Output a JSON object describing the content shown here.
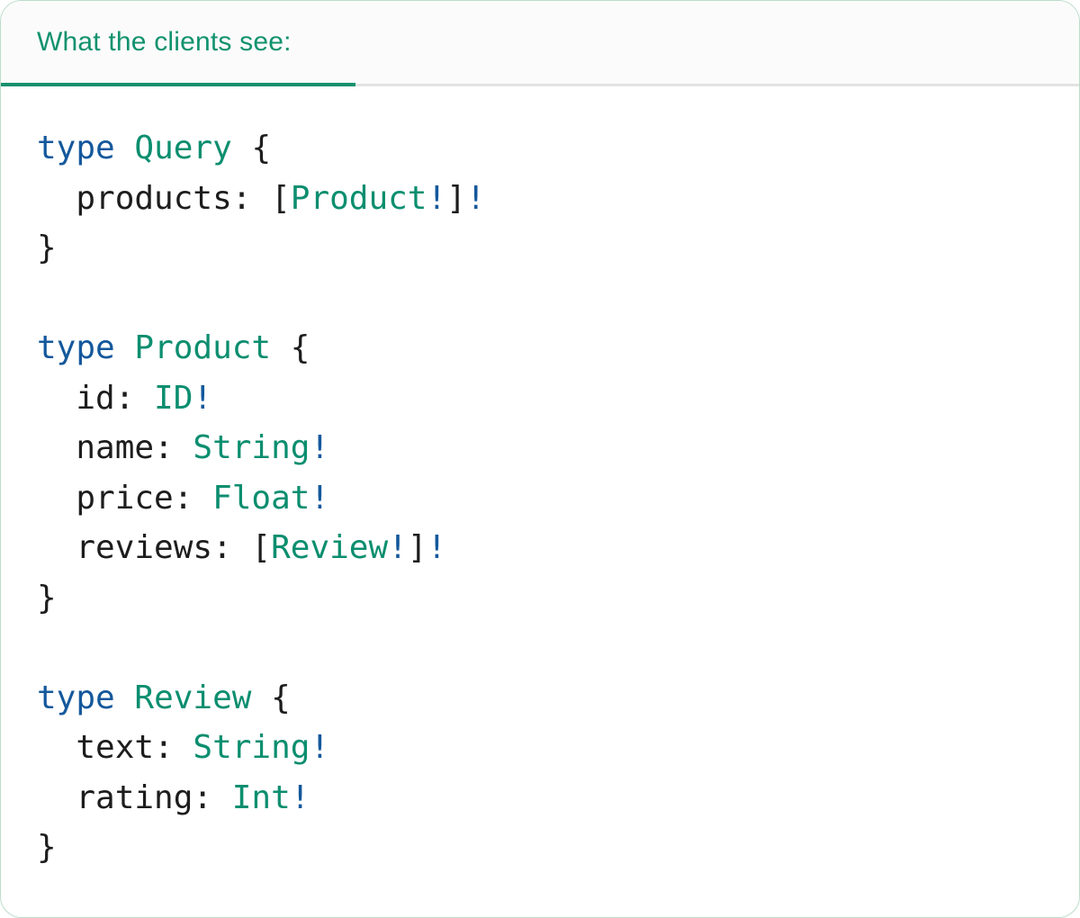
{
  "colors": {
    "keyword_blue": "#14589c",
    "type_teal": "#0b8e6f",
    "text_dark": "#1d1d1d",
    "tab_teal": "#11926e",
    "underline_teal": "#15916d",
    "divider_gray": "#e3e3e3",
    "header_bg": "#fbfbfb",
    "card_border": "#bcdccb",
    "card_bg": "#ffffff"
  },
  "header": {
    "tab_label": "What the clients see:"
  },
  "code": {
    "lines": [
      [
        {
          "t": "type",
          "c": "kw"
        },
        {
          "t": " ",
          "c": "pl"
        },
        {
          "t": "Query",
          "c": "ty"
        },
        {
          "t": " {",
          "c": "pl"
        }
      ],
      [
        {
          "t": "  products: [",
          "c": "pl"
        },
        {
          "t": "Product",
          "c": "ty"
        },
        {
          "t": "!",
          "c": "bang"
        },
        {
          "t": "]",
          "c": "pl"
        },
        {
          "t": "!",
          "c": "bang"
        }
      ],
      [
        {
          "t": "}",
          "c": "pl"
        }
      ],
      [],
      [
        {
          "t": "type",
          "c": "kw"
        },
        {
          "t": " ",
          "c": "pl"
        },
        {
          "t": "Product",
          "c": "ty"
        },
        {
          "t": " {",
          "c": "pl"
        }
      ],
      [
        {
          "t": "  id: ",
          "c": "pl"
        },
        {
          "t": "ID",
          "c": "ty"
        },
        {
          "t": "!",
          "c": "bang"
        }
      ],
      [
        {
          "t": "  name: ",
          "c": "pl"
        },
        {
          "t": "String",
          "c": "ty"
        },
        {
          "t": "!",
          "c": "bang"
        }
      ],
      [
        {
          "t": "  price: ",
          "c": "pl"
        },
        {
          "t": "Float",
          "c": "ty"
        },
        {
          "t": "!",
          "c": "bang"
        }
      ],
      [
        {
          "t": "  reviews: [",
          "c": "pl"
        },
        {
          "t": "Review",
          "c": "ty"
        },
        {
          "t": "!",
          "c": "bang"
        },
        {
          "t": "]",
          "c": "pl"
        },
        {
          "t": "!",
          "c": "bang"
        }
      ],
      [
        {
          "t": "}",
          "c": "pl"
        }
      ],
      [],
      [
        {
          "t": "type",
          "c": "kw"
        },
        {
          "t": " ",
          "c": "pl"
        },
        {
          "t": "Review",
          "c": "ty"
        },
        {
          "t": " {",
          "c": "pl"
        }
      ],
      [
        {
          "t": "  text: ",
          "c": "pl"
        },
        {
          "t": "String",
          "c": "ty"
        },
        {
          "t": "!",
          "c": "bang"
        }
      ],
      [
        {
          "t": "  rating: ",
          "c": "pl"
        },
        {
          "t": "Int",
          "c": "ty"
        },
        {
          "t": "!",
          "c": "bang"
        }
      ],
      [
        {
          "t": "}",
          "c": "pl"
        }
      ]
    ]
  }
}
